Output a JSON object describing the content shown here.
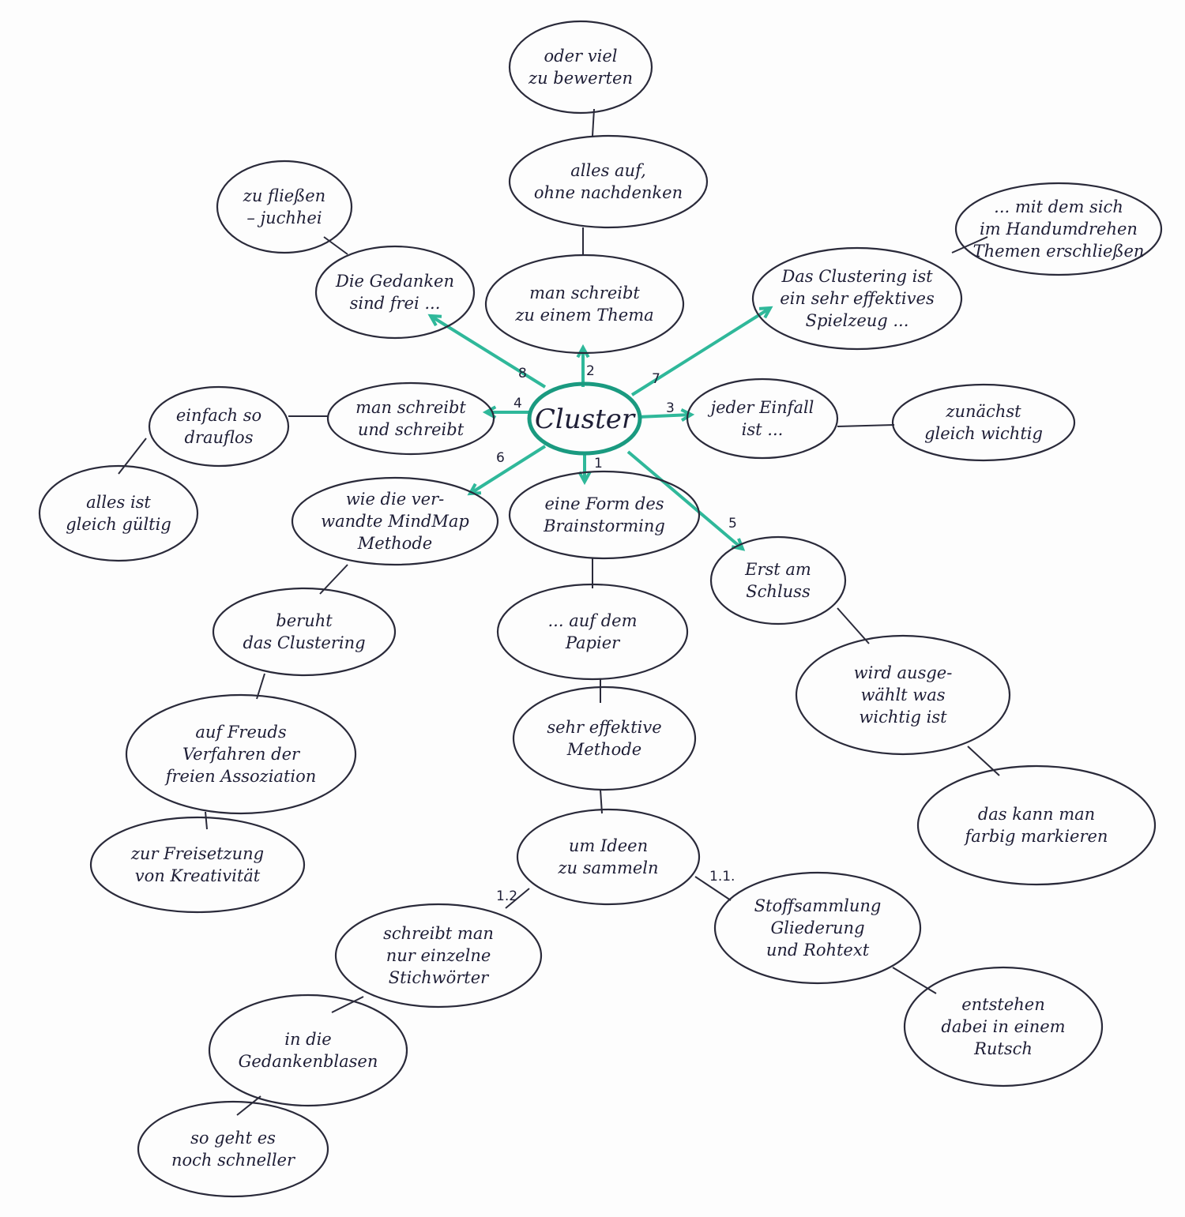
{
  "diagram": {
    "center": {
      "label": "Cluster",
      "color": "#1a9a80",
      "arrow_color": "#2fb89a"
    },
    "nodes": {
      "thema": [
        "man schreibt",
        "zu einem Thema"
      ],
      "allesauf": [
        "alles auf,",
        "ohne nachdenken"
      ],
      "oderviel": [
        "oder viel",
        "zu bewerten"
      ],
      "gedanken": [
        "Die Gedanken",
        "sind frei ..."
      ],
      "fliessen": [
        "zu fließen",
        "– juchhei"
      ],
      "spielzeug": [
        "Das Clustering ist",
        "ein sehr effektives",
        "Spielzeug ..."
      ],
      "handumdrehen": [
        "... mit dem sich",
        "im Handumdrehen",
        "Themen erschließen"
      ],
      "schreibt": [
        "man schreibt",
        "und schreibt"
      ],
      "einfach": [
        "einfach so",
        "drauflos"
      ],
      "gueltig": [
        "alles ist",
        "gleich gültig"
      ],
      "einfall": [
        "jeder Einfall",
        "ist ..."
      ],
      "zunaechst": [
        "zunächst",
        "gleich wichtig"
      ],
      "mindmap": [
        "wie die ver-",
        "wandte MindMap",
        "Methode"
      ],
      "brainstorming": [
        "eine Form des",
        "Brainstorming"
      ],
      "schluss": [
        "Erst am",
        "Schluss"
      ],
      "beruht": [
        "beruht",
        "das Clustering"
      ],
      "papier": [
        "... auf dem",
        "Papier"
      ],
      "ausgewaehlt": [
        "wird ausge-",
        "wählt was",
        "wichtig ist"
      ],
      "freud": [
        "auf Freuds",
        "Verfahren der",
        "freien Assoziation"
      ],
      "effektiv": [
        "sehr effektive",
        "Methode"
      ],
      "farbig": [
        "das kann man",
        "farbig markieren"
      ],
      "kreativitaet": [
        "zur Freisetzung",
        "von Kreativität"
      ],
      "ideen": [
        "um Ideen",
        "zu sammeln"
      ],
      "stoff": [
        "Stoffsammlung",
        "Gliederung",
        "und Rohtext"
      ],
      "stichwoerter": [
        "schreibt man",
        "nur einzelne",
        "Stichwörter"
      ],
      "rutsch": [
        "entstehen",
        "dabei in einem",
        "Rutsch"
      ],
      "blasen": [
        "in die",
        "Gedankenblasen"
      ],
      "schneller": [
        "so geht es",
        "noch schneller"
      ]
    },
    "arrow_numbers": [
      "1",
      "2",
      "3",
      "4",
      "5",
      "6",
      "7",
      "8"
    ],
    "branch_numbers": {
      "stoff": "1.1.",
      "stichwoerter": "1.2"
    }
  }
}
